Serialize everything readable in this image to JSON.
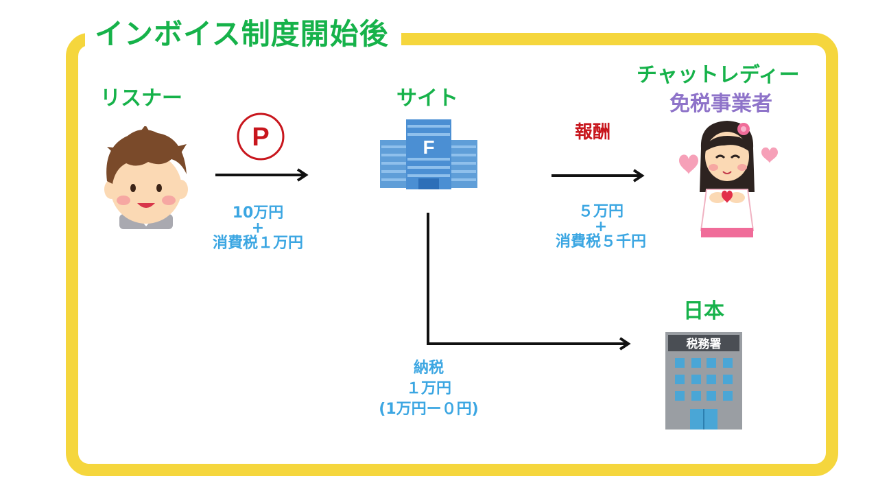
{
  "title": "インボイス制度開始後",
  "nodes": {
    "listener": "リスナー",
    "site": "サイト",
    "chat_lady": "チャットレディー",
    "tax_exempt": "免税事業者",
    "japan": "日本"
  },
  "icons": {
    "points_badge": "P",
    "site_logo": "F",
    "tax_office_sign": "税務署"
  },
  "flows": {
    "listener_to_site": {
      "line1": "10万円",
      "line2": "+",
      "line3": "消費税１万円"
    },
    "site_to_lady": {
      "label": "報酬",
      "line1": "５万円",
      "line2": "+",
      "line3": "消費税５千円"
    },
    "site_to_japan": {
      "line1": "納税",
      "line2": "１万円",
      "line3": "(1万円ー０円)"
    }
  },
  "colors": {
    "frame": "#f5d63d",
    "heading_green": "#16b24a",
    "exempt_purple": "#8e73c9",
    "reward_red": "#c8161d",
    "amount_blue": "#3ba6e2"
  }
}
